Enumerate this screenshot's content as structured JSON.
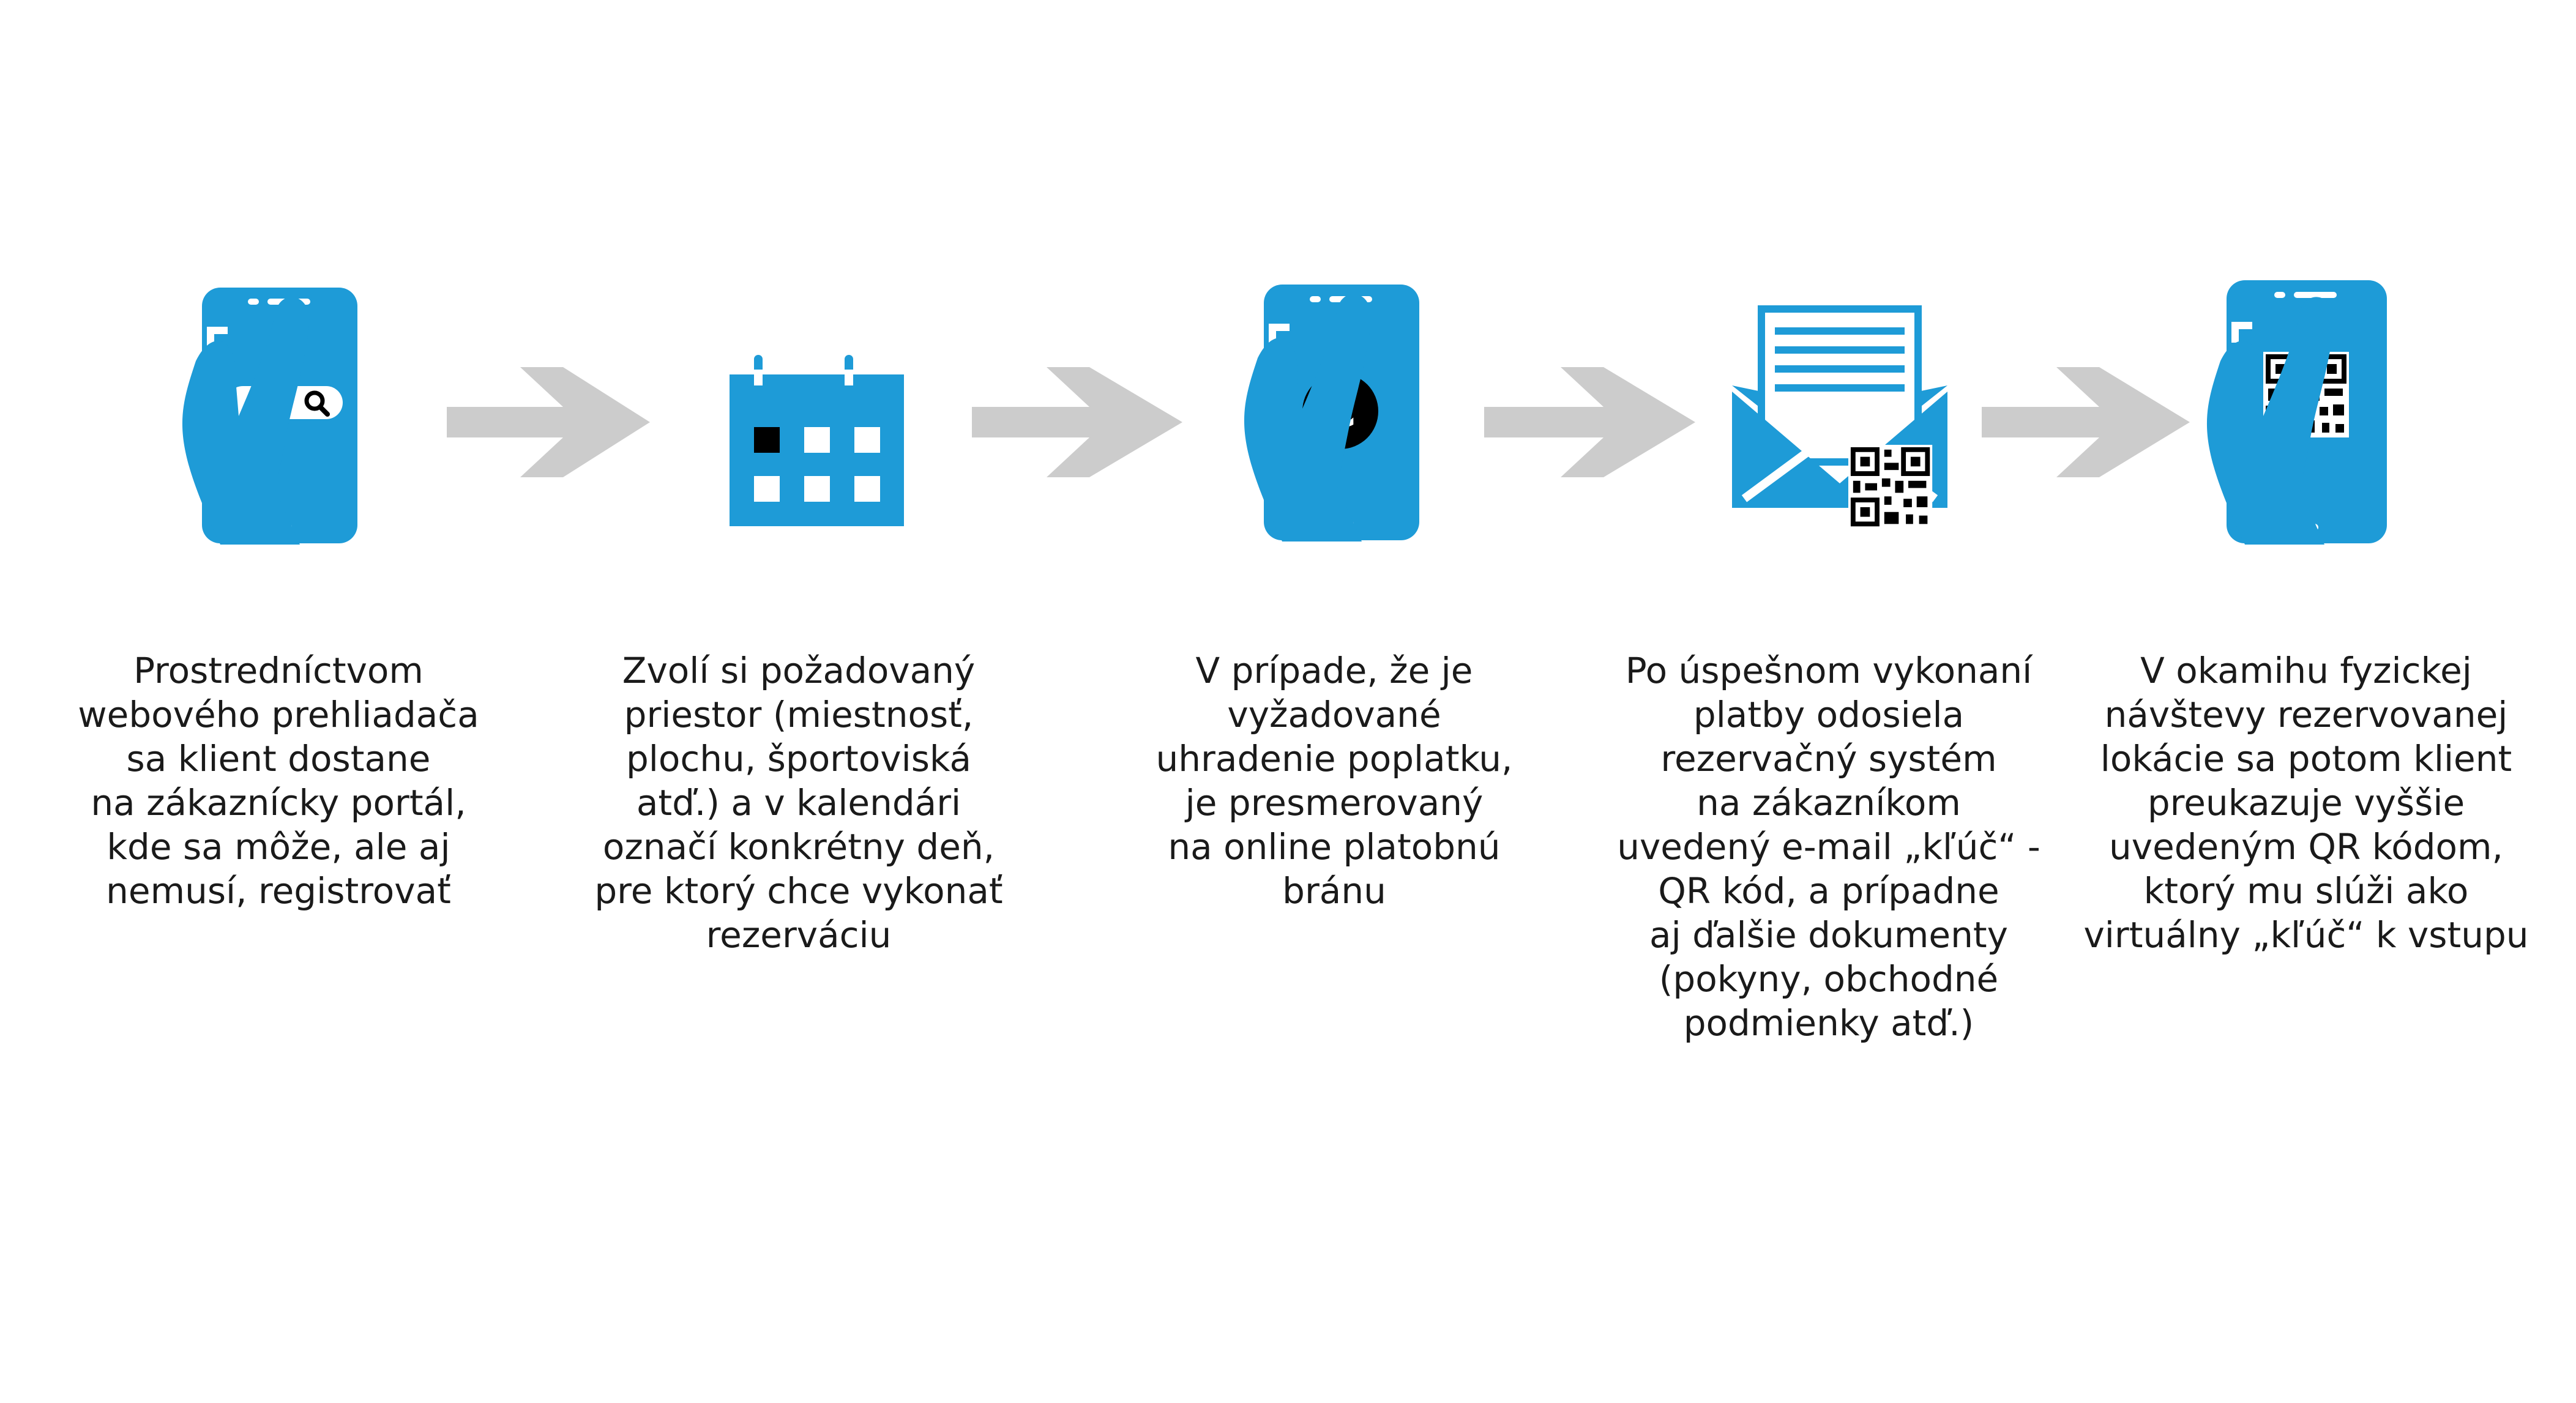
{
  "colors": {
    "accent": "#1e9bd7",
    "arrow": "#cccccc",
    "dark": "#000000"
  },
  "steps": [
    {
      "icons": [
        "smartphone-icon",
        "search-icon",
        "hand-icon"
      ],
      "lines": [
        "Prostredníctvom",
        "webového prehliadača",
        "sa klient dostane",
        "na zákaznícky portál,",
        "kde sa môže, ale aj",
        "nemusí, registrovať"
      ]
    },
    {
      "icons": [
        "calendar-icon"
      ],
      "lines": [
        "Zvolí si požadovaný",
        "priestor (miestnosť,",
        "plochu, športoviská",
        "atď.) a v kalendári",
        "označí konkrétny deň,",
        "pre ktorý chce vykonať",
        "rezerváciu"
      ]
    },
    {
      "icons": [
        "smartphone-icon",
        "euro-icon",
        "hand-icon"
      ],
      "lines": [
        "V prípade, že je",
        "vyžadované",
        "uhradenie poplatku,",
        "je presmerovaný",
        "na online platobnú",
        "bránu"
      ]
    },
    {
      "icons": [
        "envelope-icon",
        "qr-code-icon"
      ],
      "lines": [
        "Po úspešnom vykonaní",
        "platby odosiela",
        "rezervačný systém",
        "na zákazníkom",
        "uvedený e-mail „kľúč“ -",
        "QR kód, a prípadne",
        "aj ďalšie dokumenty",
        "(pokyny, obchodné",
        "podmienky atď.)"
      ]
    },
    {
      "icons": [
        "smartphone-icon",
        "qr-code-icon",
        "hand-icon"
      ],
      "lines": [
        "V okamihu fyzickej",
        "návštevy rezervovanej",
        "lokácie sa potom klient",
        "preukazuje vyššie",
        "uvedeným QR kódom,",
        "ktorý mu slúži ako",
        "virtuálny „kľúč“ k vstupu"
      ]
    }
  ]
}
